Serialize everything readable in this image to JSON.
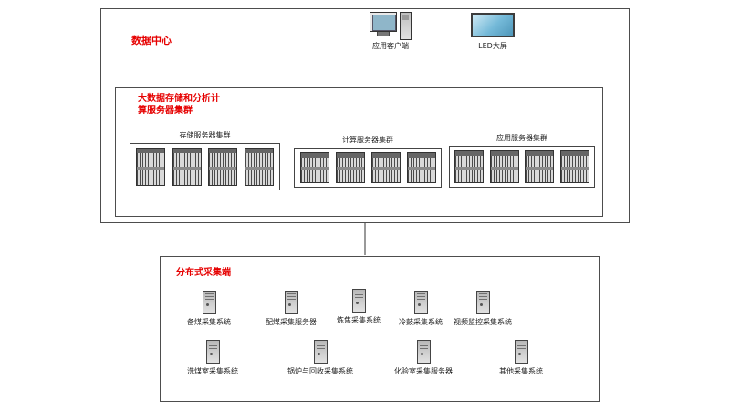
{
  "datacenter": {
    "title": "数据中心",
    "client": {
      "label": "应用客户端"
    },
    "led": {
      "label": "LED大屏"
    },
    "cluster_group": {
      "title": "大数据存储和分析计算服务器集群",
      "clusters": [
        {
          "label": "存储服务器集群"
        },
        {
          "label": "计算服务器集群"
        },
        {
          "label": "应用服务器集群"
        }
      ]
    }
  },
  "collectors": {
    "title": "分布式采集端",
    "row1": [
      {
        "label": "备煤采集系统"
      },
      {
        "label": "配煤采集服务器"
      },
      {
        "label": "炼焦采集系统"
      },
      {
        "label": "冷鼓采集系统"
      },
      {
        "label": "视频监控采集系统"
      }
    ],
    "row2": [
      {
        "label": "洗煤室采集系统"
      },
      {
        "label": "锅炉与回收采集系统"
      },
      {
        "label": "化验室采集服务器"
      },
      {
        "label": "其他采集系统"
      }
    ]
  },
  "colors": {
    "label_red": "#e60000",
    "led_blue": "#74b9d8"
  }
}
